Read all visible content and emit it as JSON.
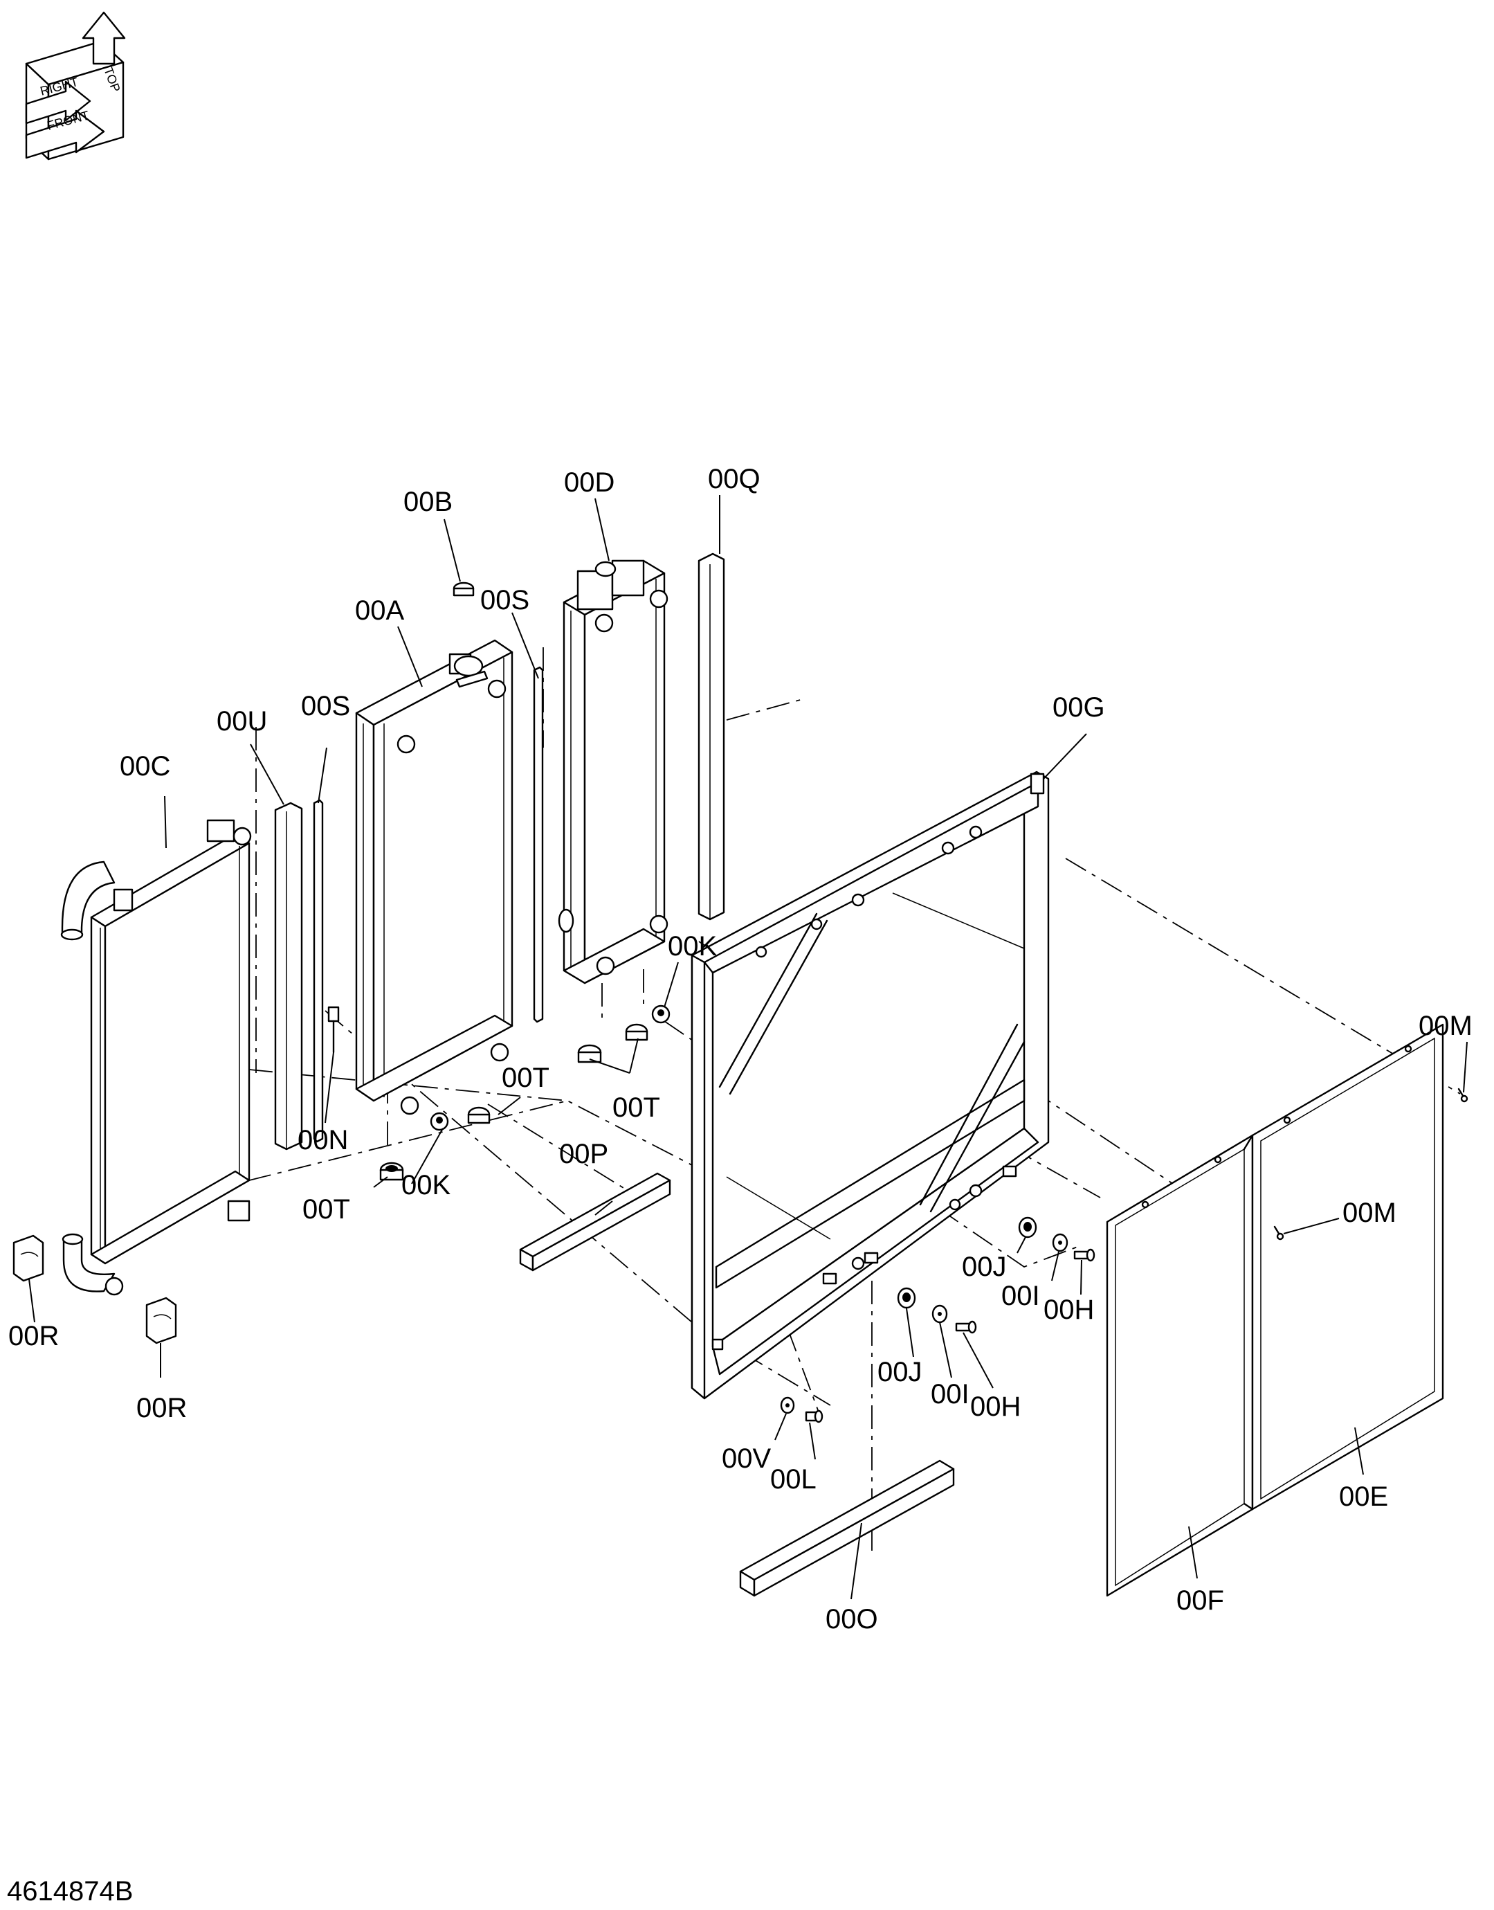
{
  "drawing_number": "4614874B",
  "orientation_labels": {
    "top": "TOP",
    "right": "RIGHT",
    "front": "FRONT"
  },
  "part_labels": {
    "label_00A": "00A",
    "label_00B": "00B",
    "label_00C": "00C",
    "label_00D": "00D",
    "label_00E": "00E",
    "label_00F": "00F",
    "label_00G": "00G",
    "label_00H_1": "00H",
    "label_00H_2": "00H",
    "label_00I_1": "00I",
    "label_00I_2": "00I",
    "label_00J_1": "00J",
    "label_00J_2": "00J",
    "label_00K_1": "00K",
    "label_00K_2": "00K",
    "label_00L": "00L",
    "label_00M_1": "00M",
    "label_00M_2": "00M",
    "label_00N": "00N",
    "label_00O": "00O",
    "label_00P": "00P",
    "label_00Q": "00Q",
    "label_00R_1": "00R",
    "label_00R_2": "00R",
    "label_00S_1": "00S",
    "label_00S_2": "00S",
    "label_00T_1": "00T",
    "label_00T_2": "00T",
    "label_00T_3": "00T",
    "label_00U": "00U",
    "label_00V": "00V"
  }
}
